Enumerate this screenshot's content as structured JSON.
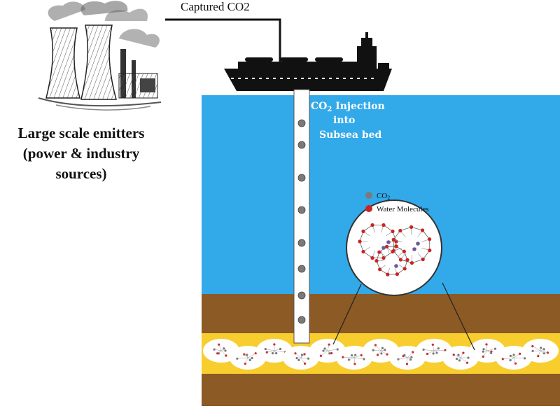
{
  "pipeline_label": {
    "text": "Captured CO",
    "sub": "2"
  },
  "injection_label": {
    "line1_text": "CO",
    "line1_sub": "2",
    "line1_rest": " Injection",
    "line2": "into",
    "line3": "Subsea bed"
  },
  "legend": {
    "co2_text": "CO",
    "co2_sub": "2",
    "water": "Water Molecules"
  },
  "emitters_caption": {
    "line1": "Large scale emitters",
    "line2": "(power & industry",
    "line3": "sources)"
  },
  "colors": {
    "water": "#32a9e9",
    "sediment": "#8c5a24",
    "hydrate_layer": "#f8cd2e",
    "co2_dot": "#7a7a7a",
    "water_molecule": "#cc2222",
    "ship": "#111111",
    "label_text": "#ffffff"
  }
}
